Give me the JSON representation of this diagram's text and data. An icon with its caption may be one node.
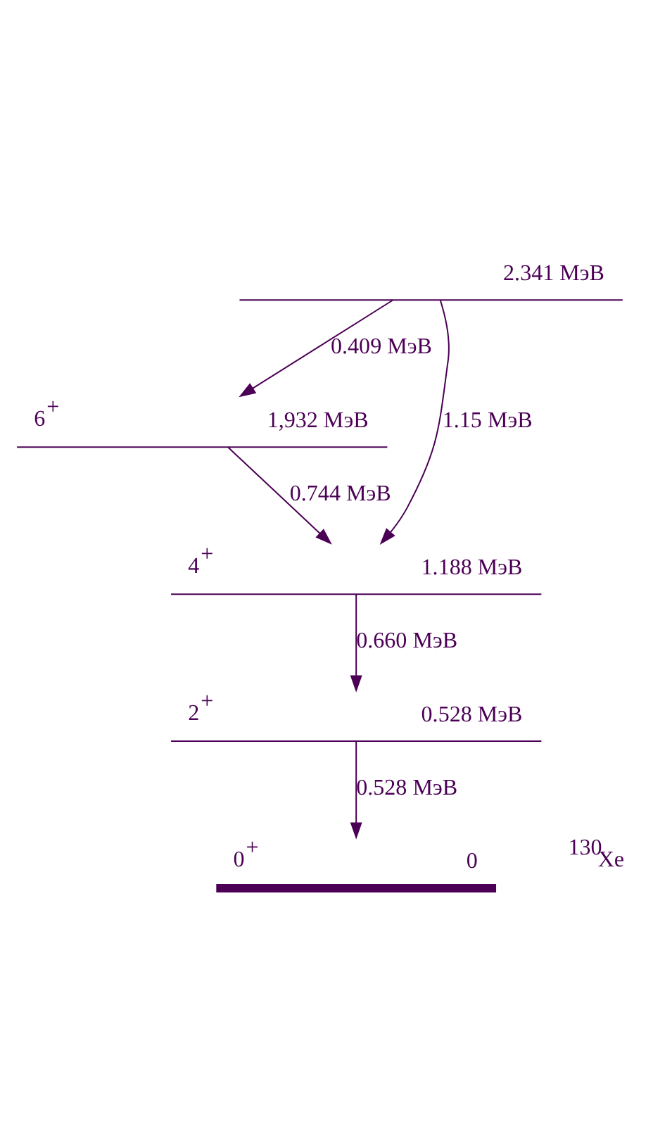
{
  "diagram": {
    "nodes": [
      {
        "text": [
          "2.341 МэВ"
        ]
      },
      {
        "text": [
          "6$^{+}$",
          "1,932 МэВ"
        ]
      },
      {
        "text": [
          "4$^{+}$",
          "1.188 МэВ"
        ]
      },
      {
        "text": [
          "2$^{+}$",
          "0.528 МэВ"
        ]
      },
      {
        "text": [
          "0$^{+}$",
          "0"
        ],
        "beside": [
          "$^{130}$Xe"
        ]
      }
    ],
    "edges": [
      {
        "from": 0,
        "to": 1,
        "arrow": "to",
        "label": "0.409 МэВ"
      },
      {
        "from": 0,
        "to": 2,
        "arrow": "to",
        "label": "1.15 МэВ"
      },
      {
        "from": 1,
        "to": 2,
        "arrow": "to",
        "label": "0.744 МэВ"
      },
      {
        "from": 2,
        "to": 3,
        "arrow": "to",
        "label": "0.660 МэВ"
      },
      {
        "from": 3,
        "to": 4,
        "arrow": "to",
        "label": "0.528 МэВ"
      }
    ]
  }
}
